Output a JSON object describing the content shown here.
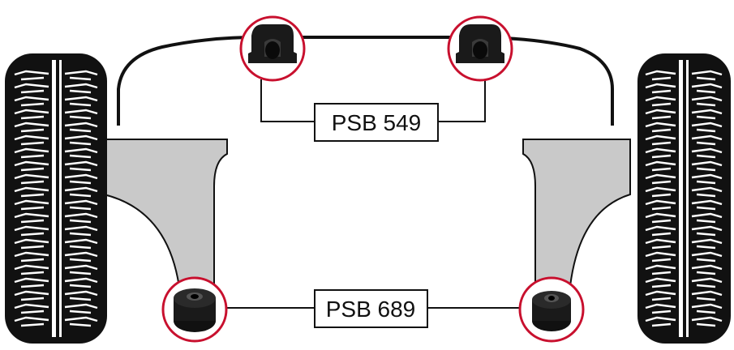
{
  "labels": {
    "top": "PSB 549",
    "bottom": "PSB 689"
  },
  "colors": {
    "highlight_ring": "#c8102e",
    "control_arm": "#c9c9c9",
    "tyre": "#111111",
    "bush": "#1a1a1a",
    "line": "#111111"
  },
  "icons": [
    "tyre-icon",
    "anti-roll-bar",
    "control-arm",
    "anti-roll-bar-bush-icon",
    "control-arm-bush-icon"
  ]
}
